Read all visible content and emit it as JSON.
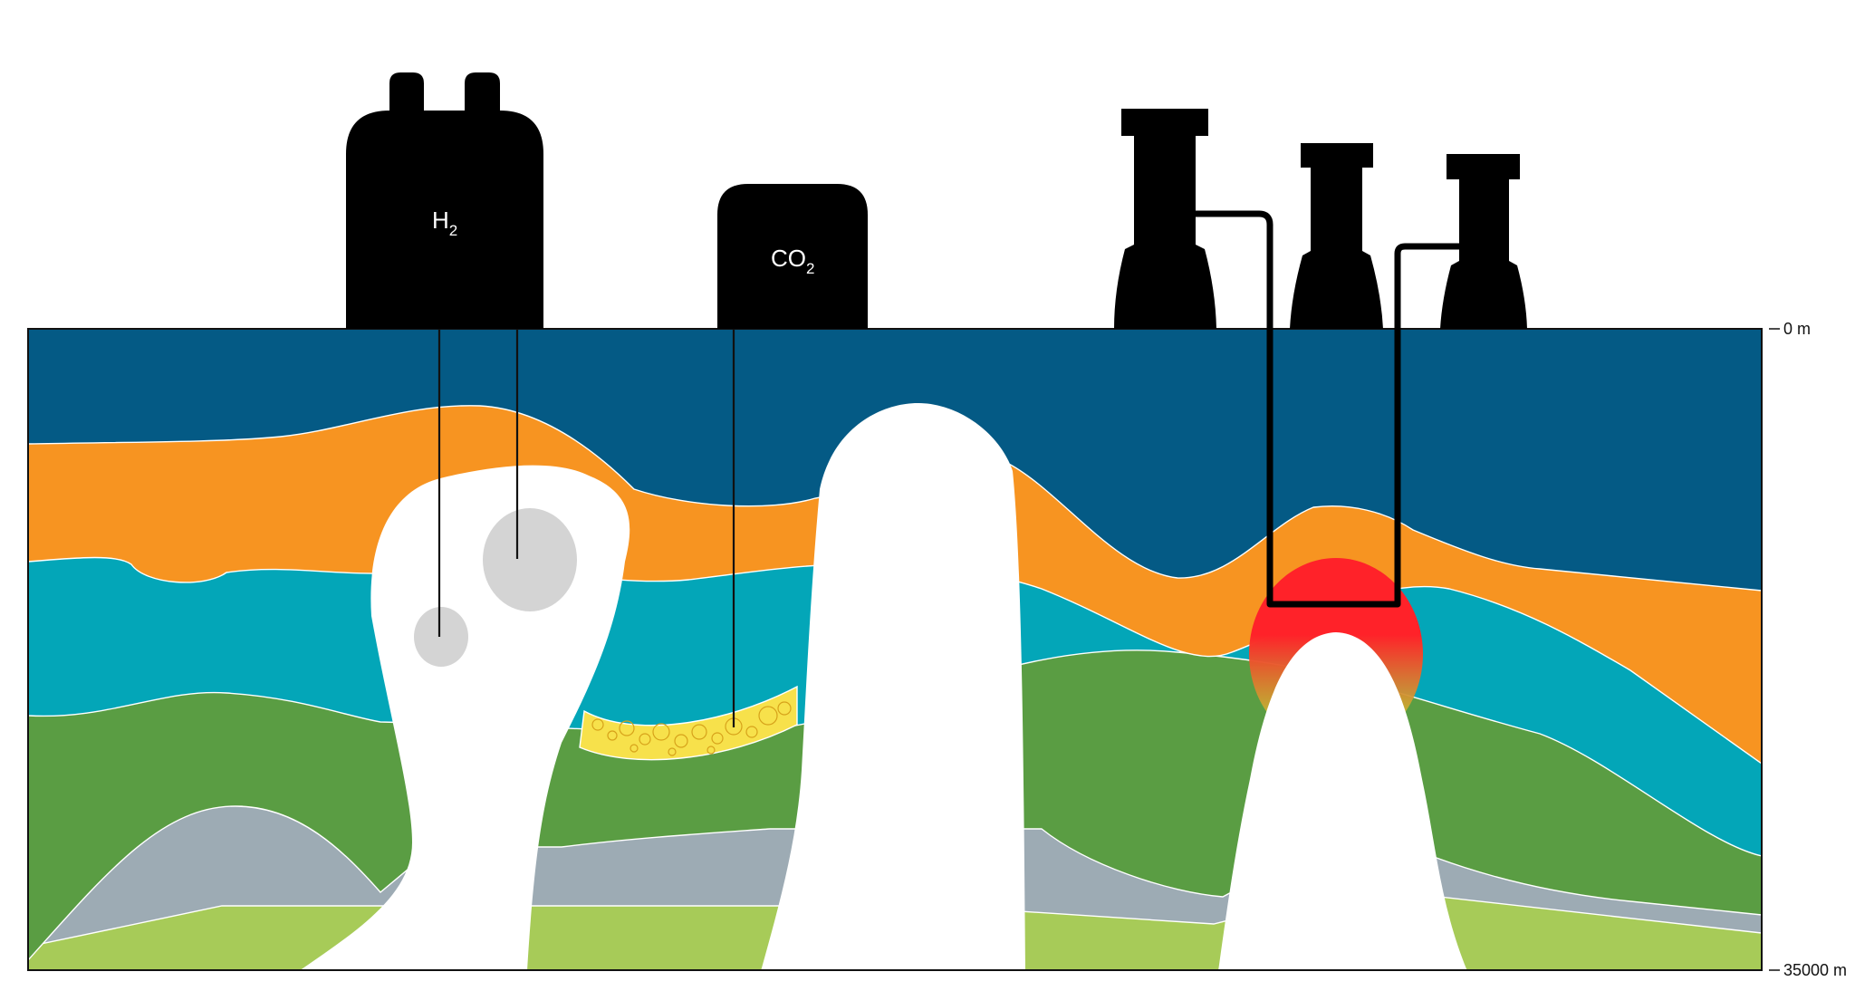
{
  "facilities": {
    "hydrogen_tank": {
      "label_main": "H",
      "label_sub": "2"
    },
    "co2_tank": {
      "label_main": "CO",
      "label_sub": "2"
    }
  },
  "depth_scale": {
    "top": "0 m",
    "bottom": "35000 m"
  },
  "colors": {
    "surface_layer": "#045A85",
    "orange_layer": "#F79421",
    "teal_layer": "#03A6B8",
    "green_layer": "#5A9D43",
    "gray_layer": "#9DABB4",
    "lightgreen_layer": "#A7CB58",
    "salt_dome": "#FFFFFF",
    "cavern": "#D4D4D4",
    "co2_reservoir": "#F7E14B",
    "geothermal_hot": "#FF2229",
    "facility": "#000000"
  }
}
